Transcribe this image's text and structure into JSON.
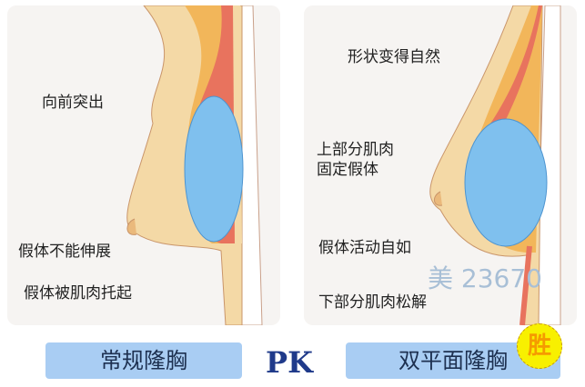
{
  "left": {
    "labels": [
      "向前突出",
      "假体不能伸展",
      "假体被肌肉托起"
    ],
    "caption": "常规隆胸"
  },
  "right": {
    "labels": [
      "形状变得自然",
      "上部分肌肉\n固定假体",
      "假体活动自如",
      "下部分肌肉松解"
    ],
    "caption": "双平面隆胸"
  },
  "vs": "PK",
  "badge": "胜",
  "watermark": "美 23670",
  "colors": {
    "skin": "#f4d9a6",
    "fat": "#f2b65a",
    "muscle": "#e8735e",
    "implant": "#7fc0ee",
    "caption_bg": "#a9cdf3",
    "pk": "#1f3a8a",
    "badge": "#f8f000"
  }
}
